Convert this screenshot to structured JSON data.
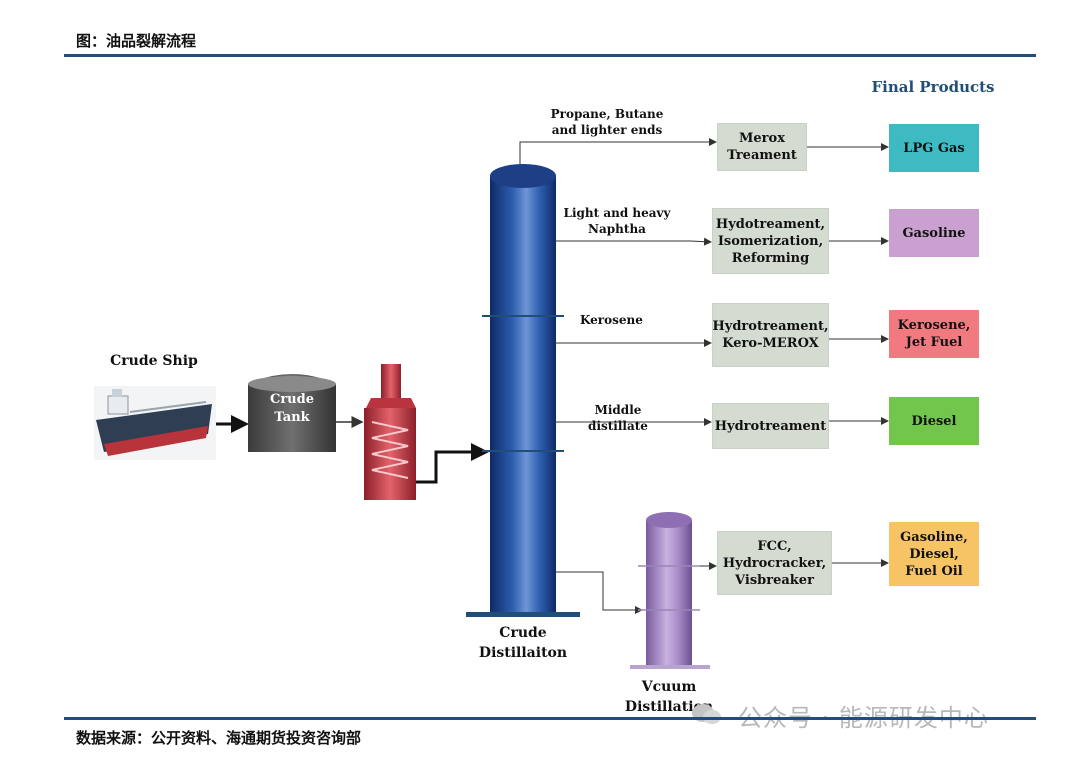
{
  "figure_title": "图：油品裂解流程",
  "source": "数据来源：公开资料、海通期货投资咨询部",
  "final_products_title": "Final Products",
  "crude_ship_label": "Crude Ship",
  "crude_tank_label": [
    "Crude",
    "Tank"
  ],
  "crude_distillation_label": [
    "Crude",
    "Distillaiton"
  ],
  "vacuum_distillation_label": [
    "Vcuum",
    "Distillation"
  ],
  "streams": [
    [
      "Propane, Butane",
      "and lighter ends"
    ],
    [
      "Light and heavy",
      "Naphtha"
    ],
    [
      "Kerosene"
    ],
    [
      "Middle distillate"
    ]
  ],
  "processes": [
    [
      "Merox",
      "Treament"
    ],
    [
      "Hydotreament,",
      "Isomerization,",
      "Reforming"
    ],
    [
      "Hydrotreament,",
      "Kero-MEROX"
    ],
    [
      "Hydrotreament"
    ],
    [
      "FCC,",
      "Hydrocracker,",
      "Visbreaker"
    ]
  ],
  "products": [
    {
      "lines": [
        "LPG Gas"
      ],
      "color": "#3dbac2"
    },
    {
      "lines": [
        "Gasoline"
      ],
      "color": "#c9a0cf"
    },
    {
      "lines": [
        "Kerosene,",
        "Jet Fuel"
      ],
      "color": "#f07a80"
    },
    {
      "lines": [
        "Diesel"
      ],
      "color": "#72c64c"
    },
    {
      "lines": [
        "Gasoline,",
        "Diesel,",
        "Fuel Oil"
      ],
      "color": "#f6c464"
    }
  ],
  "watermark": "公众号 · 能源研发中心"
}
